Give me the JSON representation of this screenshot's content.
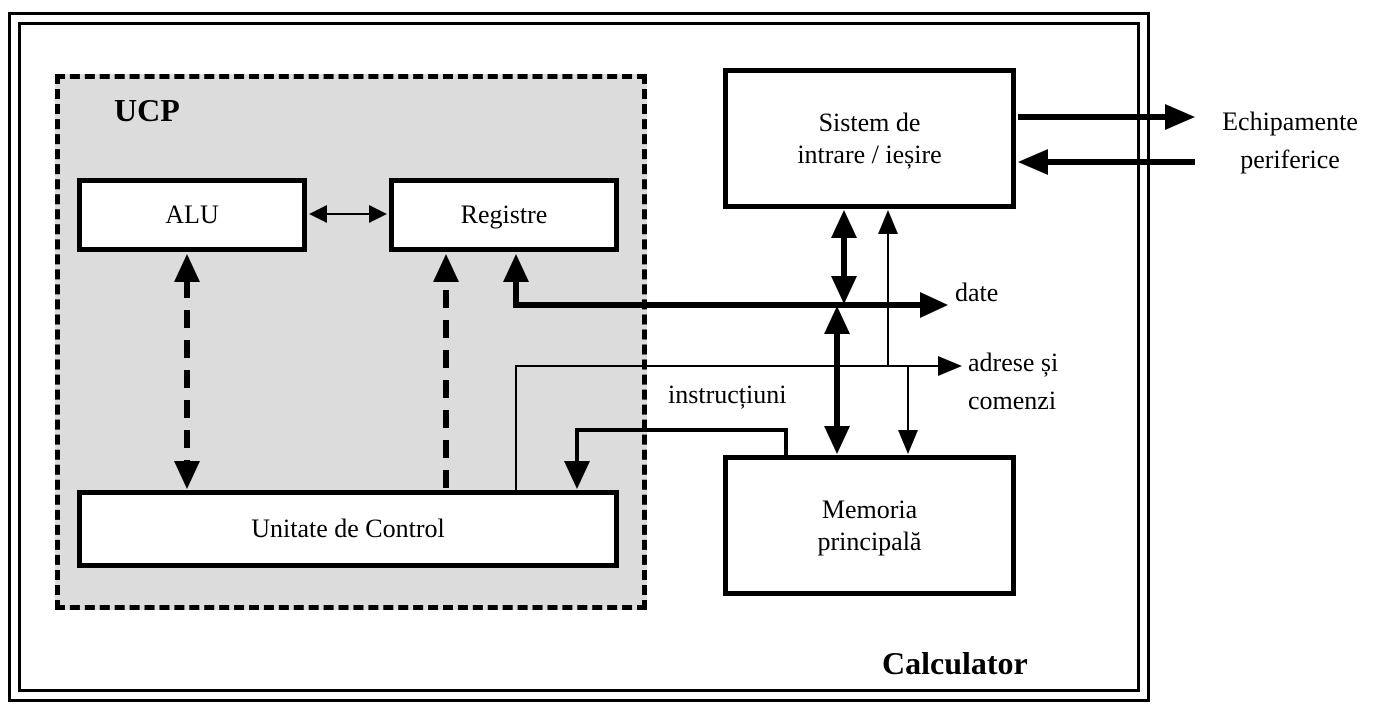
{
  "diagram": {
    "ucp_label": "UCP",
    "alu": "ALU",
    "registre": "Registre",
    "control_unit": "Unitate de Control",
    "io_system_line1": "Sistem de",
    "io_system_line2": "intrare / ieșire",
    "main_memory_line1": "Memoria",
    "main_memory_line2": "principală",
    "peripherals_line1": "Echipamente",
    "peripherals_line2": "periferice",
    "data_bus": "date",
    "address_bus_line1": "adrese și",
    "address_bus_line2": "comenzi",
    "instructions": "instrucțiuni",
    "computer": "Calculator"
  }
}
